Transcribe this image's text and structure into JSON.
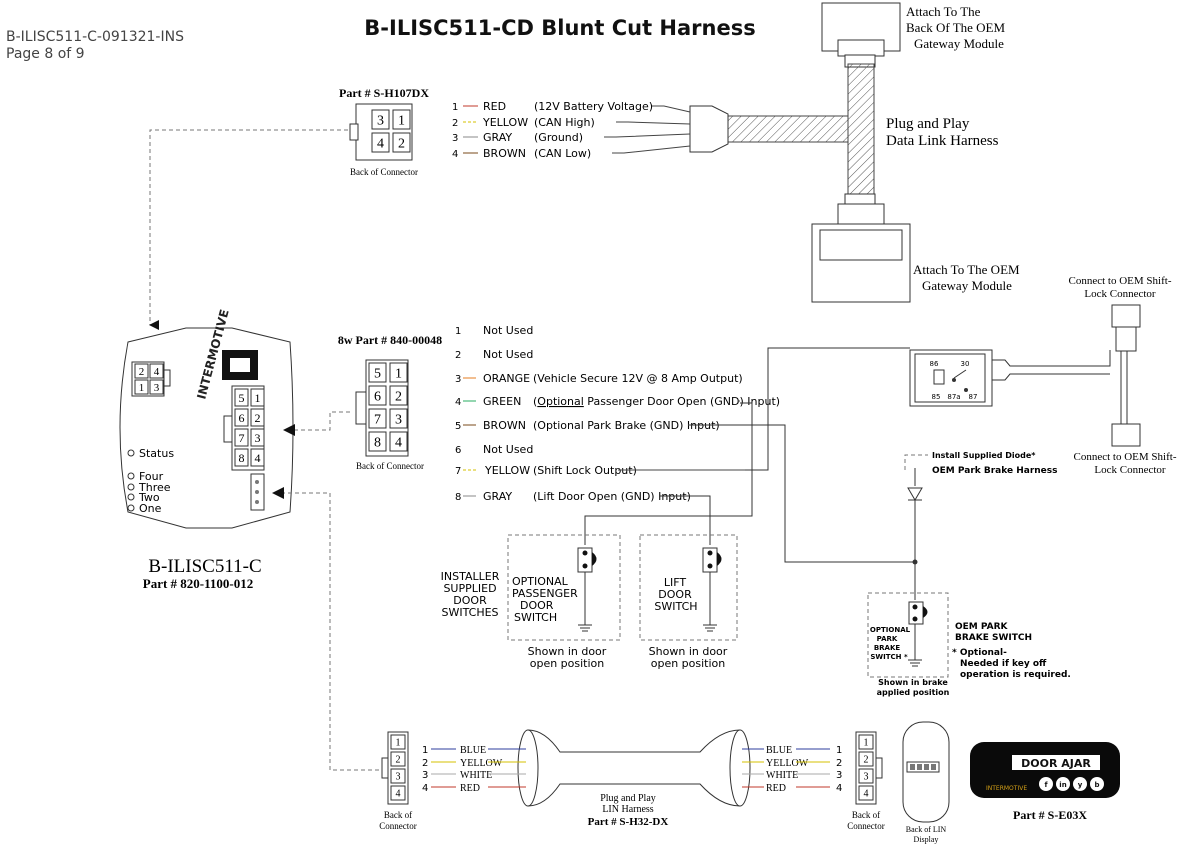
{
  "header": {
    "doc_id": "B-ILISC511-C-091321-INS",
    "page": "Page 8 of 9",
    "title": "B-ILISC511-CD Blunt Cut Harness"
  },
  "oem_gateway": {
    "attach_back_1": "Attach To The",
    "attach_back_2": "Back Of The OEM",
    "attach_back_3": "Gateway Module",
    "plug_play_1": "Plug and Play",
    "plug_play_2": "Data Link Harness",
    "attach_front_1": "Attach To The OEM",
    "attach_front_2": "Gateway Module"
  },
  "h107": {
    "part": "Part # S-H107DX",
    "pins": [
      "3",
      "1",
      "4",
      "2"
    ],
    "back_label": "Back of Connector",
    "wires": [
      {
        "num": "1",
        "color": "RED",
        "desc": "(12V Battery Voltage)",
        "hex": "#c0392b"
      },
      {
        "num": "2",
        "color": "YELLOW",
        "desc": "(CAN High)",
        "hex": "#d4c200"
      },
      {
        "num": "3",
        "color": "GRAY",
        "desc": "(Ground)",
        "hex": "#888888"
      },
      {
        "num": "4",
        "color": "BROWN",
        "desc": "(CAN Low)",
        "hex": "#7a4a1a"
      }
    ]
  },
  "module": {
    "name": "B-ILISC511-C",
    "part": "Part # 820-1100-012",
    "brand": "INTERMOTIVE",
    "small_pins": [
      "2",
      "4",
      "1",
      "3"
    ],
    "big_pins": [
      "5",
      "1",
      "6",
      "2",
      "7",
      "3",
      "8",
      "4"
    ],
    "leds": [
      "Status",
      "Four",
      "Three",
      "Two",
      "One"
    ]
  },
  "c8w": {
    "part": "8w Part # 840-00048",
    "pins": [
      "5",
      "1",
      "6",
      "2",
      "7",
      "3",
      "8",
      "4"
    ],
    "back_label": "Back of Connector",
    "wires": [
      {
        "num": "1",
        "color": "Not Used",
        "desc": "",
        "hex": ""
      },
      {
        "num": "2",
        "color": "Not Used",
        "desc": "",
        "hex": ""
      },
      {
        "num": "3",
        "color": "ORANGE",
        "desc": "(Vehicle Secure 12V @ 8 Amp Output)",
        "hex": "#e67e22"
      },
      {
        "num": "4",
        "color": "GREEN",
        "desc": "Passenger Door Open (GND) Input)",
        "desc_pre": "(",
        "desc_u": "Optional",
        "hex": "#27ae60"
      },
      {
        "num": "5",
        "color": "BROWN",
        "desc": "(Optional Park Brake (GND) Input)",
        "hex": "#7a4a1a"
      },
      {
        "num": "6",
        "color": "Not Used",
        "desc": "",
        "hex": ""
      },
      {
        "num": "7",
        "color": "YELLOW",
        "desc": "(Shift Lock Output)",
        "hex": "#d4c200"
      },
      {
        "num": "8",
        "color": "GRAY",
        "desc": "(Lift Door Open (GND) Input)",
        "hex": "#888888"
      }
    ]
  },
  "relay": {
    "pins": [
      "86",
      "30",
      "85",
      "87a",
      "87"
    ]
  },
  "shift_lock": {
    "connect_top_1": "Connect to OEM Shift-",
    "connect_top_2": "Lock Connector",
    "connect_bot_1": "Connect to OEM Shift-",
    "connect_bot_2": "Lock Connector"
  },
  "park_brake": {
    "install_diode": "Install Supplied Diode*",
    "oem_harness": "OEM Park Brake Harness",
    "switch_1": "OPTIONAL",
    "switch_2": "PARK",
    "switch_3": "BRAKE",
    "switch_4": "SWITCH *",
    "oem_switch_1": "OEM PARK",
    "oem_switch_2": "BRAKE SWITCH",
    "note_1": "* Optional-",
    "note_2": "Needed if key off",
    "note_3": "operation is required.",
    "shown_1": "Shown in brake",
    "shown_2": "applied position"
  },
  "door_switches": {
    "installer_1": "INSTALLER",
    "installer_2": "SUPPLIED",
    "installer_3": "DOOR",
    "installer_4": "SWITCHES",
    "passenger_1": "OPTIONAL",
    "passenger_2": "PASSENGER",
    "passenger_3": "DOOR",
    "passenger_4": "SWITCH",
    "lift_1": "LIFT",
    "lift_2": "DOOR",
    "lift_3": "SWITCH",
    "shown_1": "Shown in door",
    "shown_2": "open position"
  },
  "lin": {
    "pins": [
      "1",
      "2",
      "3",
      "4"
    ],
    "wires": [
      {
        "num": "1",
        "color": "BLUE",
        "hex": "#2c3e9e"
      },
      {
        "num": "2",
        "color": "YELLOW",
        "hex": "#d4c200"
      },
      {
        "num": "3",
        "color": "WHITE",
        "hex": "#aaaaaa"
      },
      {
        "num": "4",
        "color": "RED",
        "hex": "#c0392b"
      }
    ],
    "back_left_1": "Back of",
    "back_left_2": "Connector",
    "harness_1": "Plug and Play",
    "harness_2": "LIN Harness",
    "harness_part": "Part # S-H32-DX",
    "back_right_1": "Back of",
    "back_right_2": "Connector",
    "display_1": "Back of LIN",
    "display_2": "Display"
  },
  "display": {
    "label": "DOOR AJAR",
    "part": "Part # S-E03X",
    "brand": "INTERMOTIVE",
    "buttons": [
      "f",
      "in",
      "y",
      "b"
    ]
  }
}
